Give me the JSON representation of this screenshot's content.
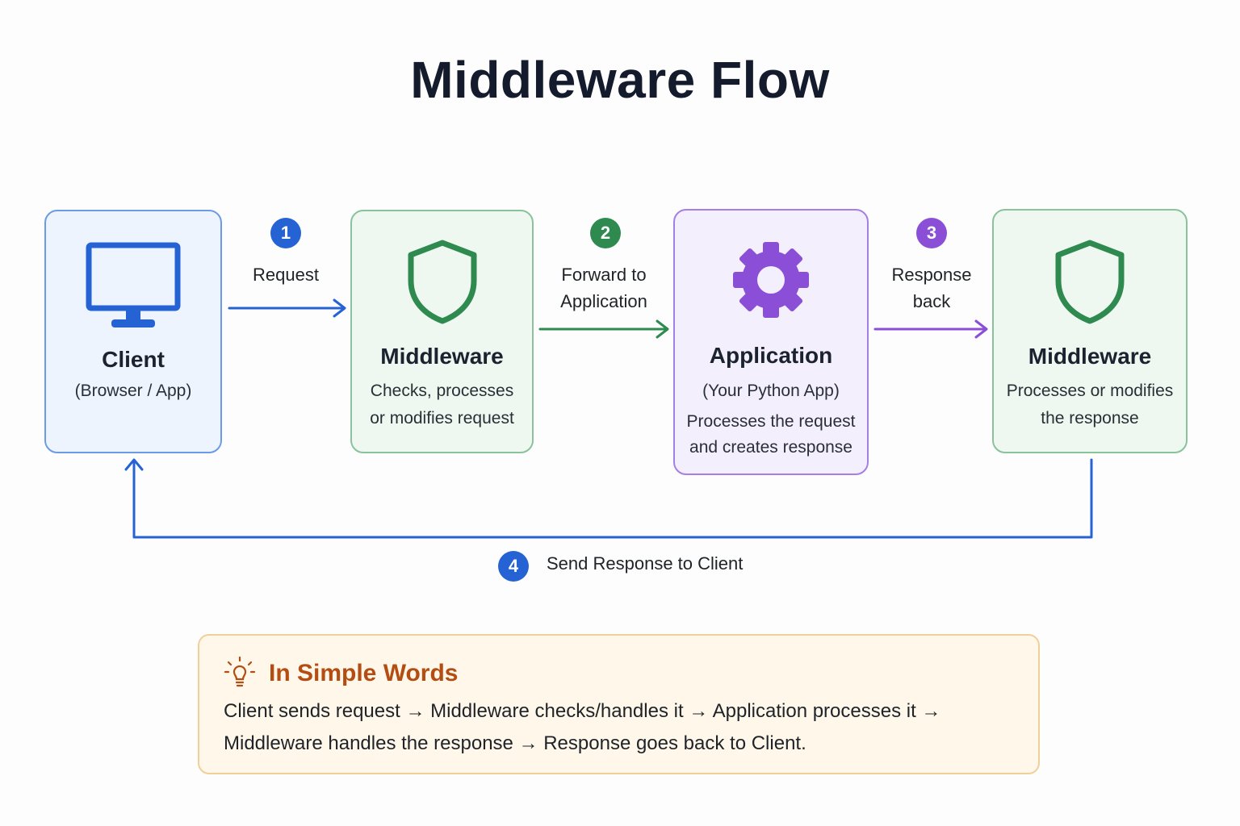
{
  "title": "Middleware Flow",
  "colors": {
    "blue": "#2563d4",
    "green": "#2e8a4f",
    "purple": "#8a4fd6",
    "orange": "#b44d12"
  },
  "nodes": {
    "client": {
      "title": "Client",
      "subtitle": "(Browser / App)",
      "icon": "monitor-icon"
    },
    "middleware_in": {
      "title": "Middleware",
      "line1": "Checks, processes",
      "line2": "or modifies request",
      "icon": "shield-icon"
    },
    "application": {
      "title": "Application",
      "subtitle": "(Your Python App)",
      "line1": "Processes the request",
      "line2": "and creates response",
      "icon": "gear-icon"
    },
    "middleware_out": {
      "title": "Middleware",
      "line1": "Processes or modifies",
      "line2": "the response",
      "icon": "shield-icon"
    }
  },
  "steps": [
    {
      "number": "1",
      "line1": "Request",
      "line2": ""
    },
    {
      "number": "2",
      "line1": "Forward to",
      "line2": "Application"
    },
    {
      "number": "3",
      "line1": "Response",
      "line2": "back"
    },
    {
      "number": "4",
      "line1": "Send Response to Client",
      "line2": ""
    }
  ],
  "summary": {
    "icon": "lightbulb-icon",
    "title": "In Simple Words",
    "line1": "Client sends request → Middleware checks/handles it → Application processes it →",
    "line2": "Middleware handles the response → Response goes back to Client."
  }
}
